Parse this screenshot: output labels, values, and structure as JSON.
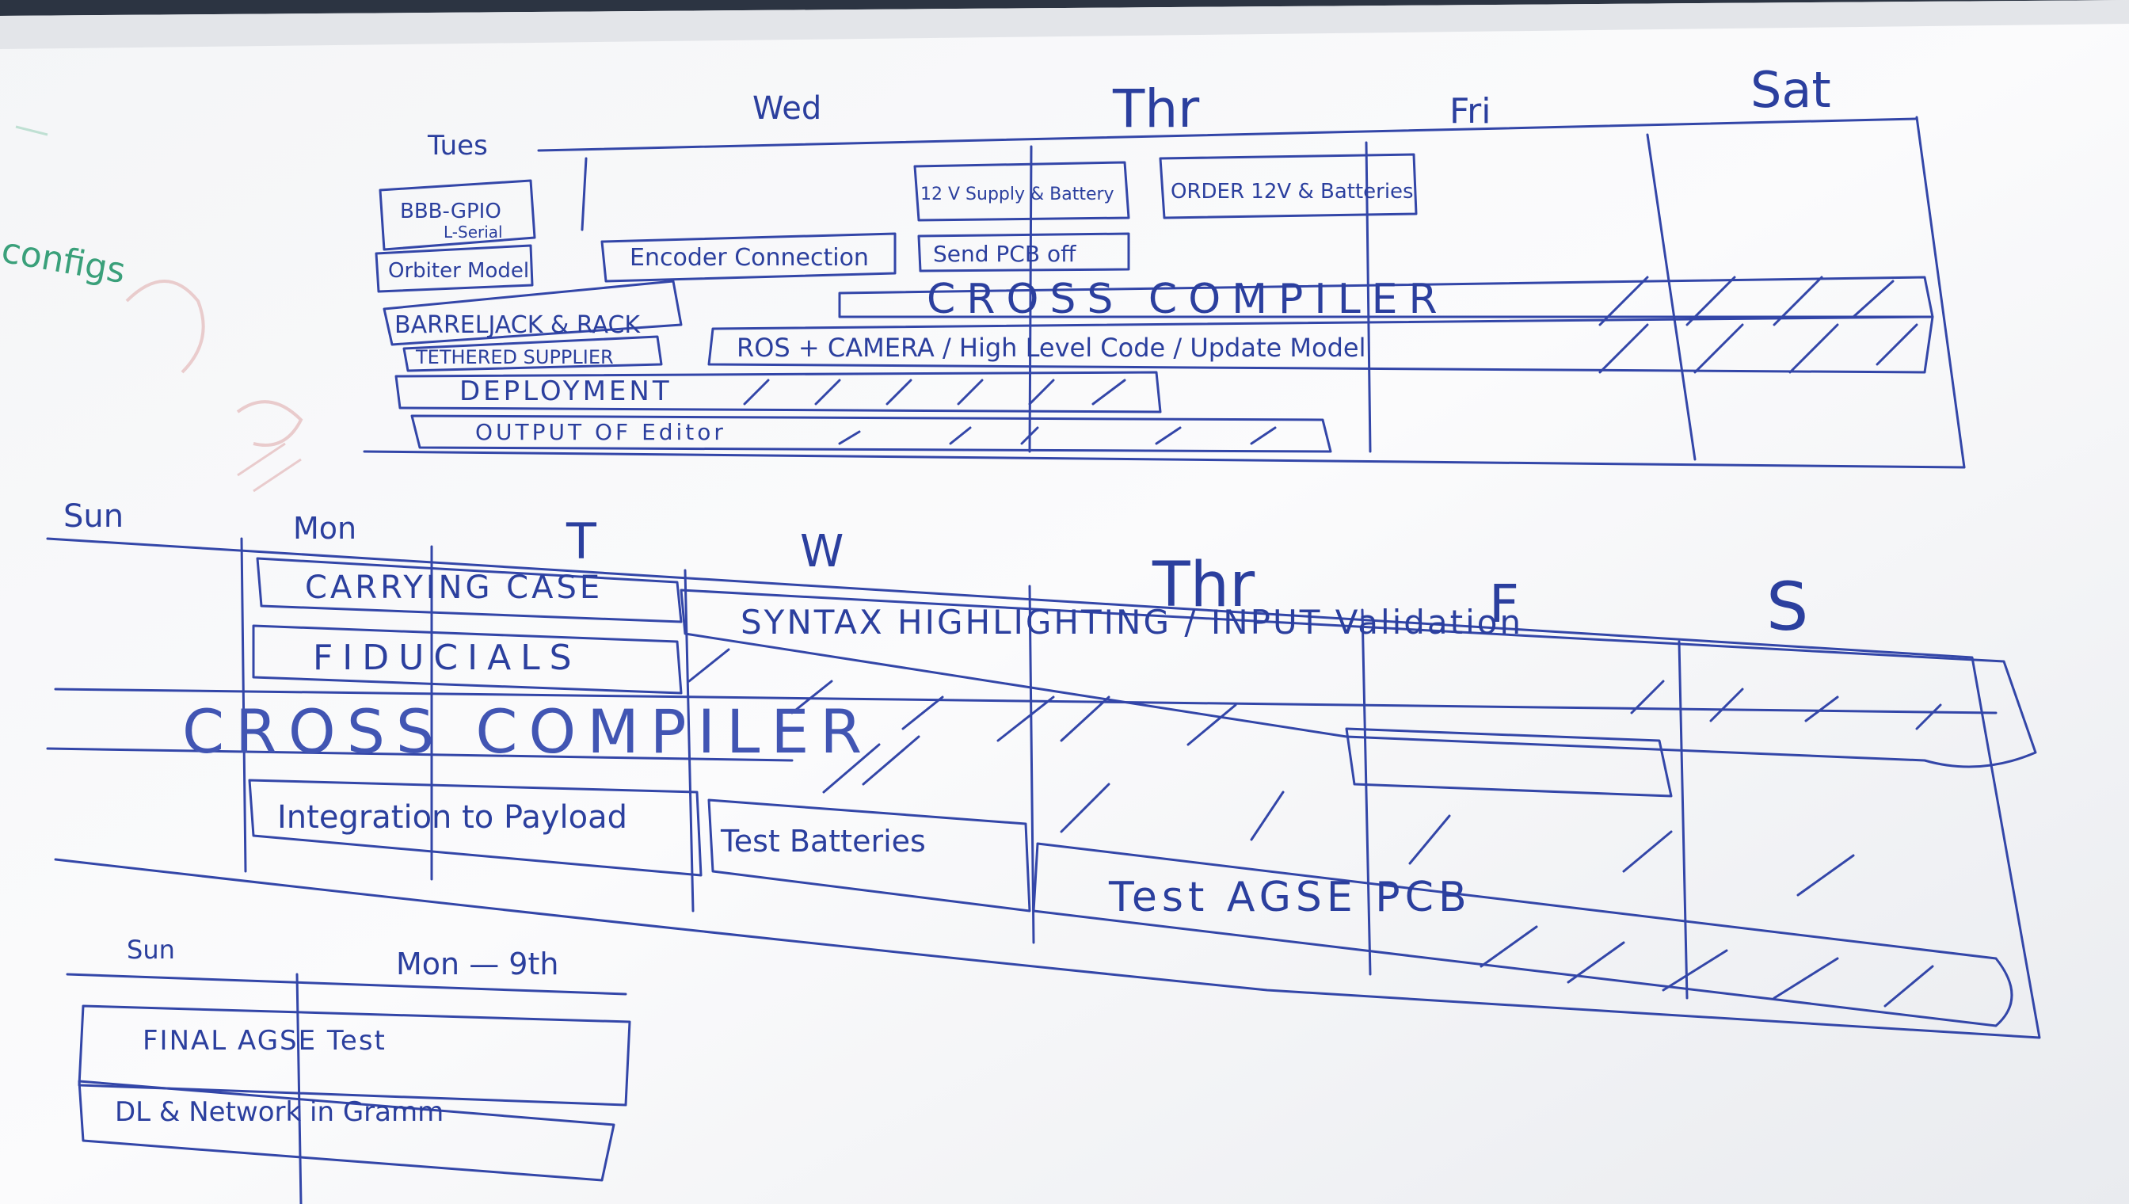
{
  "week1": {
    "days": [
      "Tues",
      "Wed",
      "Thr",
      "Fri",
      "Sat"
    ],
    "tasks": [
      "BBB-GPIO",
      "L-Serial",
      "Orbiter Model",
      "BARRELJACK & RACK",
      "TETHERED SUPPLIER",
      "Encoder Connection",
      "12 V Supply & Battery",
      "Send PCB off",
      "ORDER 12V & Batteries",
      "CROSS COMPILER",
      "ROS + CAMERA / High Level Code / Update Model",
      "DEPLOYMENT",
      "OUTPUT OF Editor"
    ]
  },
  "week2": {
    "days": [
      "Sun",
      "Mon",
      "T",
      "W",
      "Thr",
      "F",
      "S"
    ],
    "tasks": [
      "CARRYING CASE",
      "FIDUCIALS",
      "SYNTAX HIGHLIGHTING / INPUT Validation",
      "CROSS COMPILER",
      "Integration to Payload",
      "Test Batteries",
      "Test AGSE PCB"
    ]
  },
  "week3": {
    "days": [
      "Sun",
      "Mon — 9th"
    ],
    "tasks": [
      "FINAL AGSE Test",
      "DL & Network in Gramm"
    ]
  },
  "margin_notes": [
    "configs"
  ]
}
